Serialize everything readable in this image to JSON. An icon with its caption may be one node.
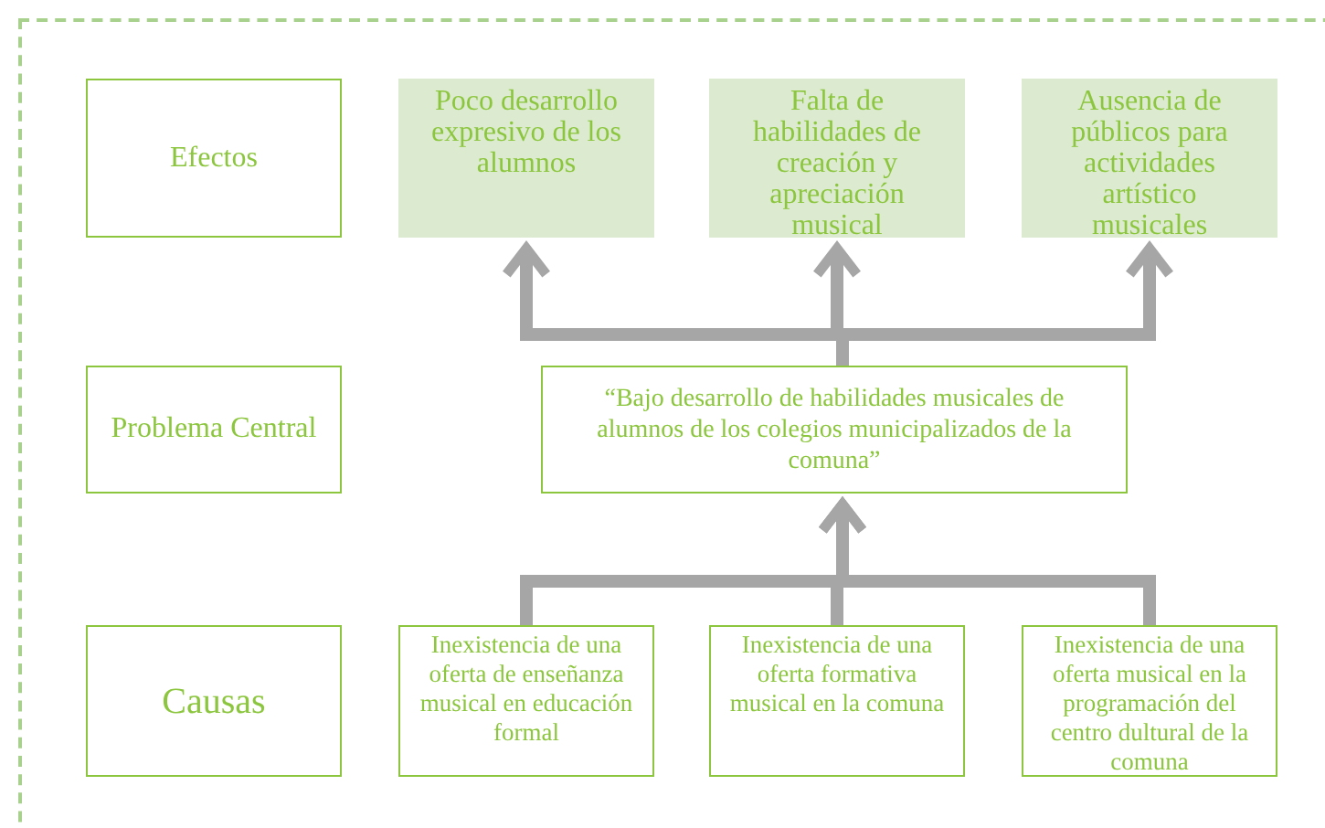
{
  "diagram": {
    "nodes": [
      {
        "text": [
          "Efectos"
        ]
      },
      {
        "text": [
          "Poco desarrollo expresivo de los alumnos"
        ]
      },
      {
        "text": [
          "Falta de habilidades de creación y apreciación musical"
        ]
      },
      {
        "text": [
          "Ausencia de públicos para actividades artístico musicales"
        ]
      },
      {
        "text": [
          "Problema Central"
        ]
      },
      {
        "text": [
          "“Bajo desarrollo de habilidades musicales de alumnos de los colegios municipalizados de la comuna”"
        ]
      },
      {
        "text": [
          "Causas"
        ]
      },
      {
        "text": [
          "Inexistencia de una oferta de enseñanza musical en educación formal"
        ]
      },
      {
        "text": [
          "Inexistencia de una oferta formativa musical en la comuna"
        ]
      },
      {
        "text": [
          "Inexistencia de una oferta musical en la programación del centro dultural de la comuna"
        ]
      }
    ],
    "edges": [
      {
        "from": 5,
        "to": 1,
        "arrow": "to"
      },
      {
        "from": 5,
        "to": 2,
        "arrow": "to"
      },
      {
        "from": 5,
        "to": 3,
        "arrow": "to"
      },
      {
        "from": 7,
        "to": 5,
        "arrow": "to"
      },
      {
        "from": 8,
        "to": 5,
        "arrow": "to"
      },
      {
        "from": 9,
        "to": 5,
        "arrow": "to"
      }
    ]
  }
}
